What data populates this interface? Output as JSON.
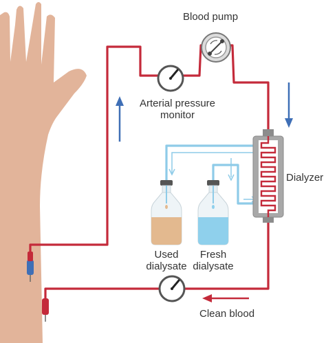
{
  "labels": {
    "blood_pump": "Blood pump",
    "arterial_pressure_monitor_line1": "Arterial pressure",
    "arterial_pressure_monitor_line2": "monitor",
    "dialyzer": "Dialyzer",
    "used_dialysate_line1": "Used",
    "used_dialysate_line2": "dialysate",
    "fresh_dialysate_line1": "Fresh",
    "fresh_dialysate_line2": "dialysate",
    "clean_blood": "Clean blood"
  },
  "colors": {
    "skin": "#e2b49a",
    "blood_line": "#c42a3a",
    "dialysate_line": "#8ecbe8",
    "flow_arrow_blue": "#3f6fb6",
    "flow_arrow_red": "#c42a3a",
    "dialyzer_body": "#a8a8a8",
    "used_fluid": "#e3b98f",
    "fresh_fluid": "#8fd0ec",
    "text": "#333333"
  },
  "icons": [
    "pressure-gauge-icon",
    "blood-pump-icon",
    "dialyzer-icon",
    "bottle-icon",
    "flow-arrow-icon",
    "needle-icon"
  ]
}
